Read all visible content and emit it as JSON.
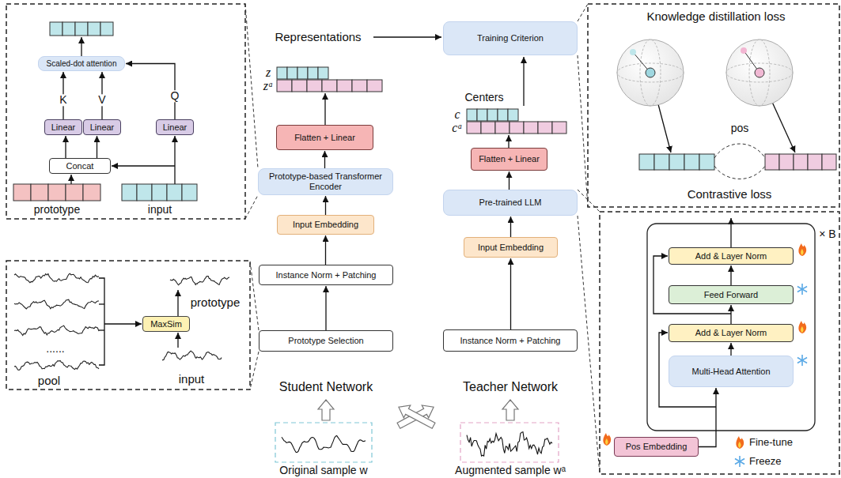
{
  "diagram": {
    "nodes": [
      {
        "text": [
          "Scaled-dot attention"
        ]
      },
      {
        "text": [
          "Linear"
        ]
      },
      {
        "text": [
          "Linear"
        ]
      },
      {
        "text": [
          "Linear"
        ]
      },
      {
        "text": [
          "Concat"
        ]
      },
      {
        "text": [
          "Training Criterion"
        ]
      },
      {
        "text": [
          "Flatten + Linear"
        ]
      },
      {
        "text": [
          "Prototype-based Transformer Encoder"
        ]
      },
      {
        "text": [
          "Input Embedding"
        ]
      },
      {
        "text": [
          "Instance Norm + Patching"
        ]
      },
      {
        "text": [
          "Prototype Selection"
        ]
      },
      {
        "text": [
          "Flatten + Linear"
        ]
      },
      {
        "text": [
          "Pre-trained LLM"
        ]
      },
      {
        "text": [
          "Input Embedding"
        ]
      },
      {
        "text": [
          "Instance Norm + Patching"
        ]
      },
      {
        "text": [
          "MaxSim"
        ]
      },
      {
        "text": [
          "Add & Layer Norm"
        ]
      },
      {
        "text": [
          "Feed Forward"
        ]
      },
      {
        "text": [
          "Add & Layer Norm"
        ]
      },
      {
        "text": [
          "Multi-Head Attention"
        ]
      },
      {
        "text": [
          "Pos Embedding"
        ]
      }
    ],
    "edges": [
      {
        "from": 1,
        "to": 0,
        "arrow": "to",
        "label": "K"
      },
      {
        "from": 2,
        "to": 0,
        "arrow": "to",
        "label": "V"
      },
      {
        "from": 3,
        "to": 0,
        "arrow": "to",
        "label": "Q"
      },
      {
        "from": 4,
        "to": 1,
        "arrow": "to"
      },
      {
        "from": 4,
        "to": 2,
        "arrow": "to"
      },
      {
        "from": 10,
        "to": 9,
        "arrow": "to"
      },
      {
        "from": 9,
        "to": 8,
        "arrow": "to"
      },
      {
        "from": 8,
        "to": 7,
        "arrow": "to"
      },
      {
        "from": 7,
        "to": 6,
        "arrow": "to"
      },
      {
        "from": 14,
        "to": 13,
        "arrow": "to"
      },
      {
        "from": 13,
        "to": 12,
        "arrow": "to"
      },
      {
        "from": 12,
        "to": 11,
        "arrow": "to"
      },
      {
        "from": 20,
        "to": 19,
        "arrow": "to"
      },
      {
        "from": 19,
        "to": 18,
        "arrow": "to"
      },
      {
        "from": 18,
        "to": 17,
        "arrow": "to"
      },
      {
        "from": 17,
        "to": 16,
        "arrow": "to"
      }
    ],
    "labels": [
      "prototype",
      "input",
      "Representations",
      "z",
      "zᵃ",
      "Centers",
      "c",
      "cᵃ",
      "Student Network",
      "Teacher Network",
      "Original sample w",
      "Augmented sample wᵃ",
      "......",
      "pool",
      "prototype",
      "input",
      "Knowledge distillation loss",
      "pos",
      "Contrastive loss",
      "× B"
    ],
    "legend": [
      {
        "text": "Fine-tune"
      },
      {
        "text": "Freeze"
      }
    ]
  }
}
